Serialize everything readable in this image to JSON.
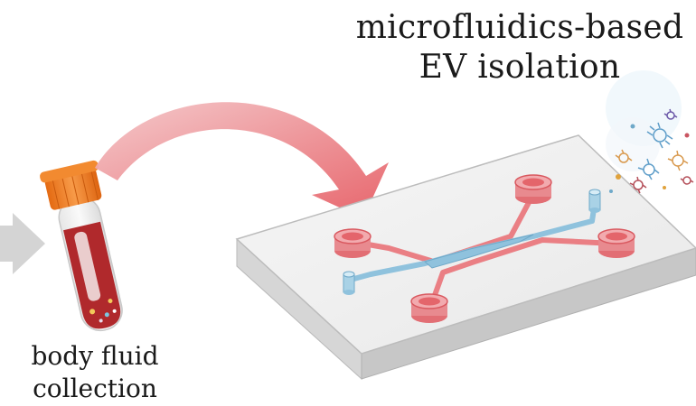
{
  "title": {
    "line1": "microfluidics-based",
    "line2": "EV isolation"
  },
  "caption": {
    "line1": "body fluid",
    "line2": "collection"
  },
  "colors": {
    "arrow_gray": "#d4d4d4",
    "arrow_red": "#e8747a",
    "tube_cap": "#f07f22",
    "blood": "#b0292c",
    "chip_top": "#efefef",
    "chip_side": "#cfcfcf",
    "channel_red": "#ea7f84",
    "channel_blue": "#8fc2dd"
  }
}
